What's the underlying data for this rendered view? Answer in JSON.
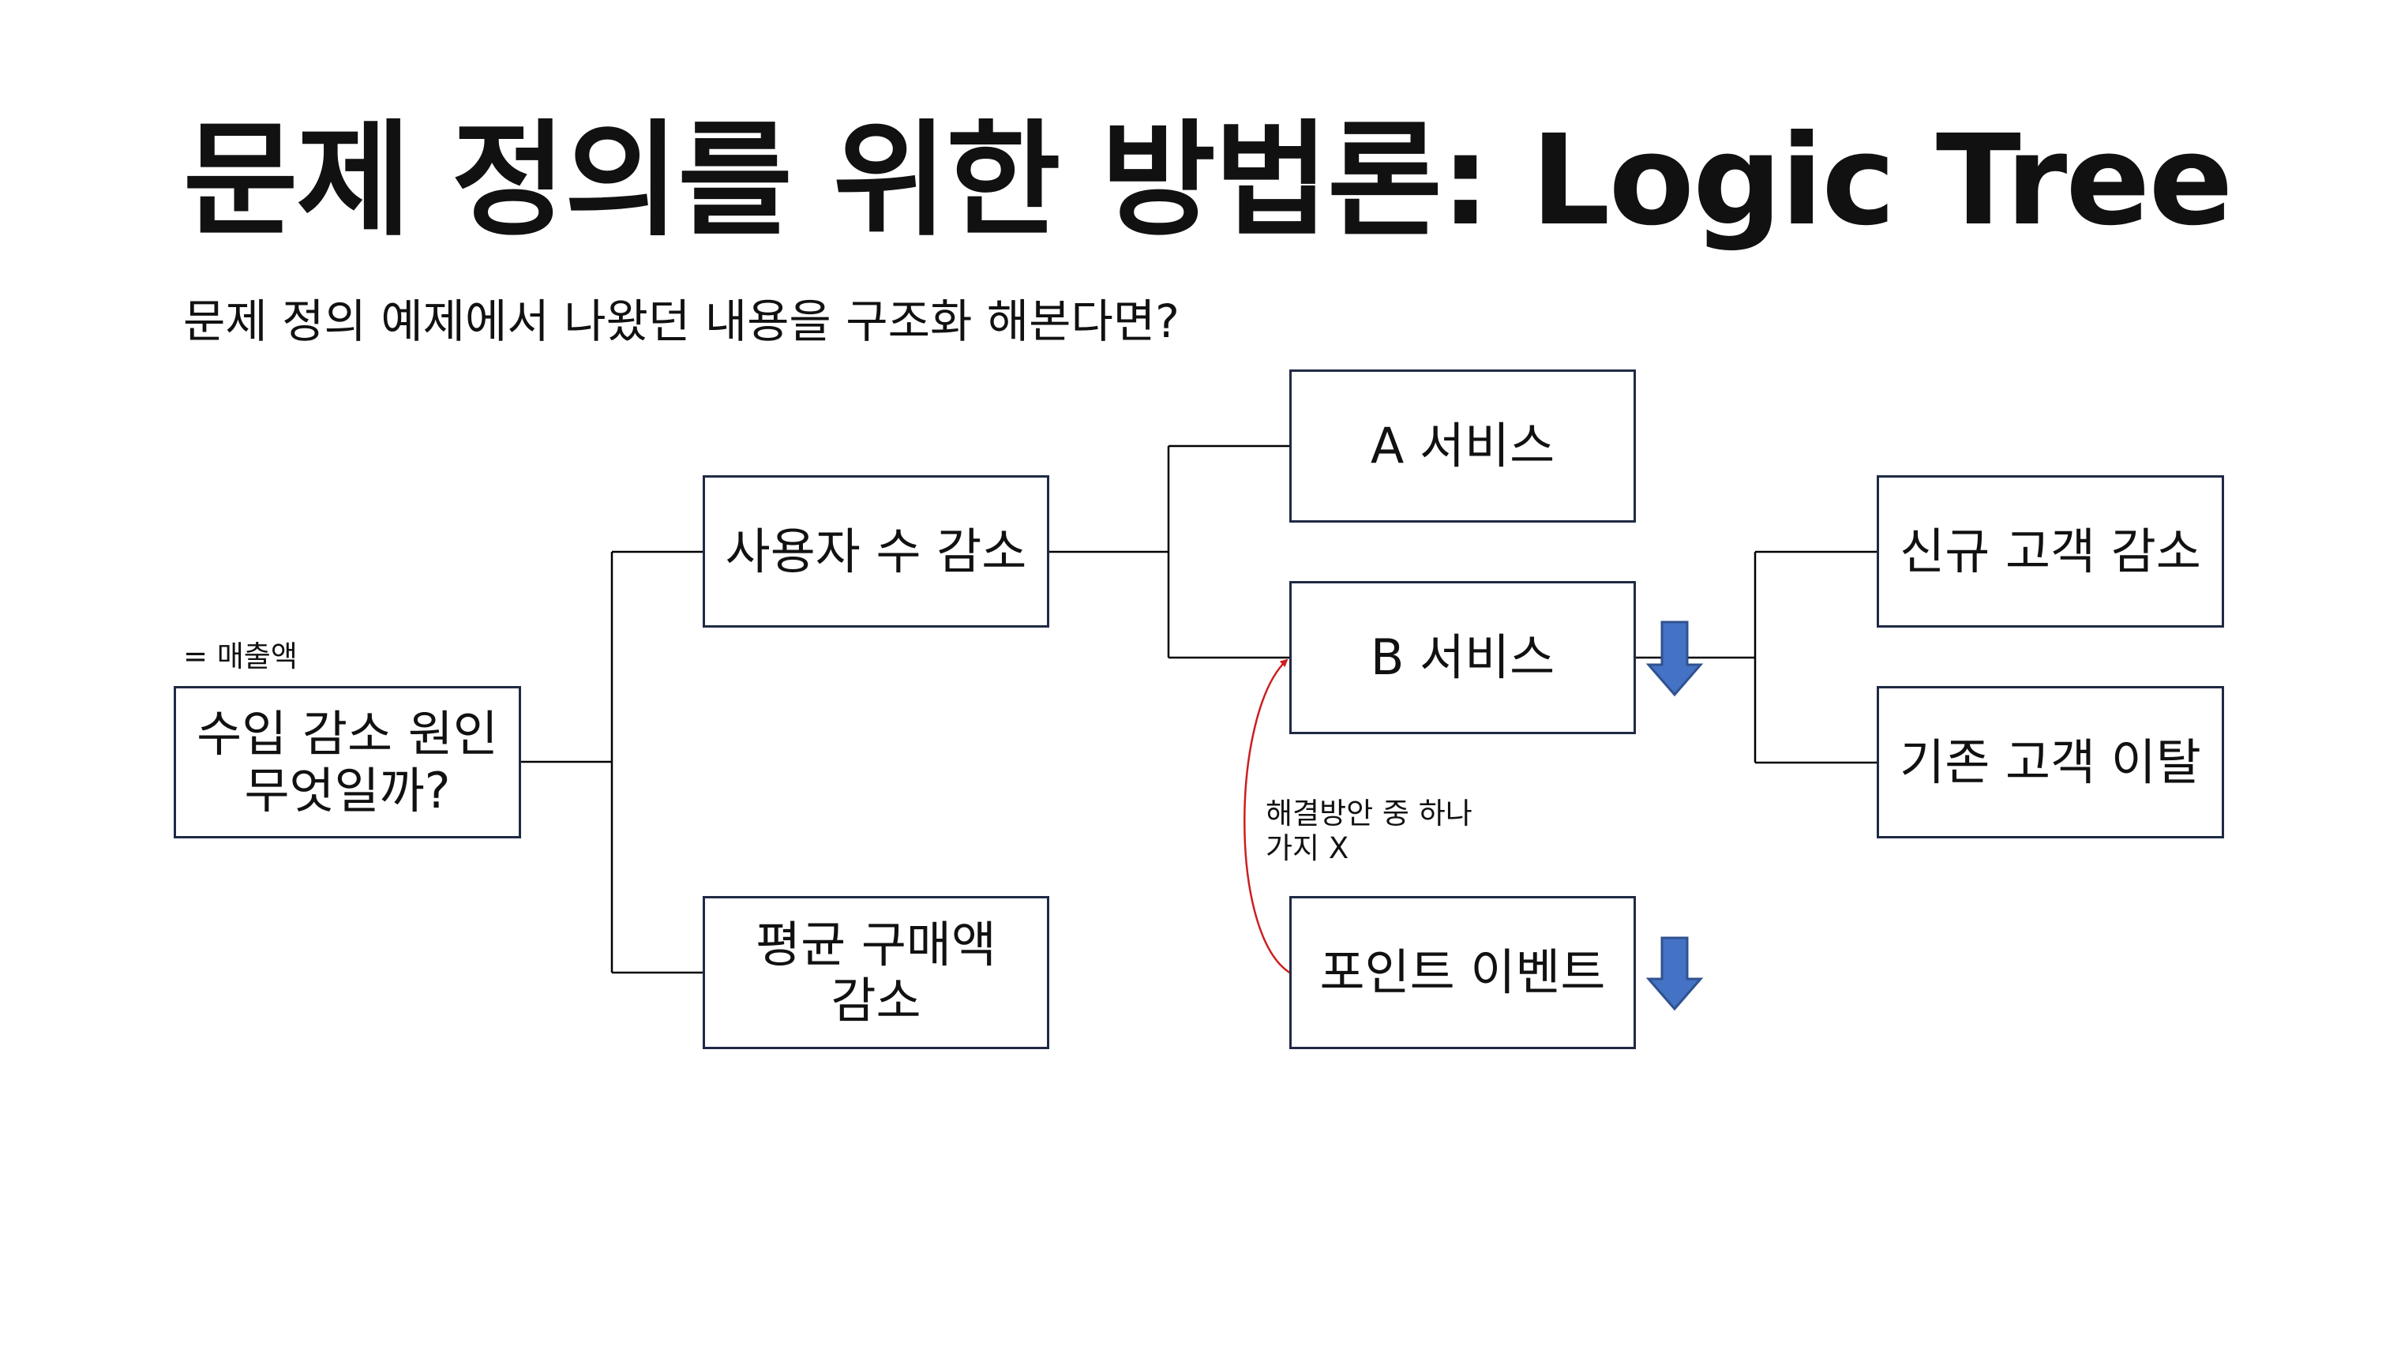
{
  "title": "문제 정의를 위한 방법론: Logic Tree",
  "subtitle": "문제 정의 예제에서 나왔던 내용을 구조화 해본다면?",
  "annotations": {
    "root_note": "= 매출액",
    "solution_note": "해결방안 중 하나\n가지 X"
  },
  "nodes": {
    "root": "수입 감소 원인\n무엇일까?",
    "users_decrease": "사용자 수 감소",
    "avg_purchase_decrease": "평균 구매액\n감소",
    "service_a": "A 서비스",
    "service_b": "B 서비스",
    "point_event": "포인트 이벤트",
    "new_customer_decrease": "신규 고객 감소",
    "existing_customer_churn": "기존 고객 이탈"
  },
  "colors": {
    "box_border": "#1f2a44",
    "connector": "#000000",
    "red_arrow": "#cc1f1f",
    "down_arrow_fill": "#4472c4",
    "down_arrow_stroke": "#2f528f"
  },
  "icons": {
    "service_b_indicator": "down-arrow-icon",
    "point_event_indicator": "down-arrow-icon"
  }
}
